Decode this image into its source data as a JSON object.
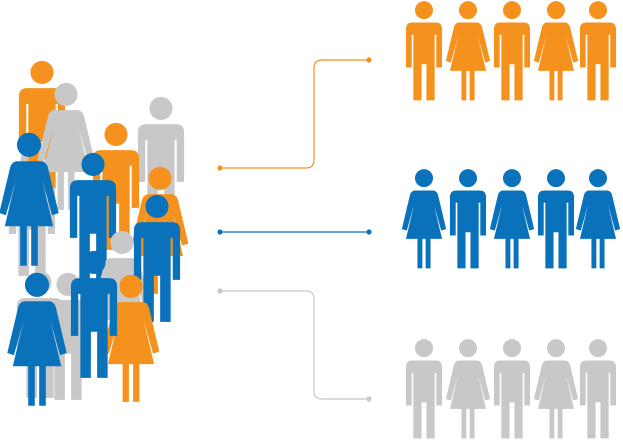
{
  "colors": {
    "orange": "#F5921E",
    "blue": "#0A72BA",
    "gray": "#C8C8C8",
    "background": "#FFFFFF"
  },
  "icons": {
    "male": "person-male-icon",
    "female": "person-female-icon"
  },
  "crowd": [
    {
      "figure": "male",
      "color": "gray"
    },
    {
      "figure": "male",
      "color": "orange"
    },
    {
      "figure": "female",
      "color": "gray"
    },
    {
      "figure": "male",
      "color": "gray"
    },
    {
      "figure": "male",
      "color": "orange"
    },
    {
      "figure": "female",
      "color": "orange"
    },
    {
      "figure": "female",
      "color": "blue"
    },
    {
      "figure": "male",
      "color": "blue"
    },
    {
      "figure": "male",
      "color": "gray"
    },
    {
      "figure": "female",
      "color": "gray"
    },
    {
      "figure": "male",
      "color": "blue"
    },
    {
      "figure": "male",
      "color": "gray"
    },
    {
      "figure": "female",
      "color": "orange"
    },
    {
      "figure": "male",
      "color": "blue"
    },
    {
      "figure": "female",
      "color": "blue"
    }
  ],
  "groups": [
    {
      "id": "orange",
      "color": "orange",
      "figures": [
        "male",
        "female",
        "male",
        "female",
        "male"
      ]
    },
    {
      "id": "blue",
      "color": "blue",
      "figures": [
        "female",
        "male",
        "female",
        "male",
        "female"
      ]
    },
    {
      "id": "gray",
      "color": "gray",
      "figures": [
        "male",
        "female",
        "male",
        "female",
        "male"
      ]
    }
  ]
}
